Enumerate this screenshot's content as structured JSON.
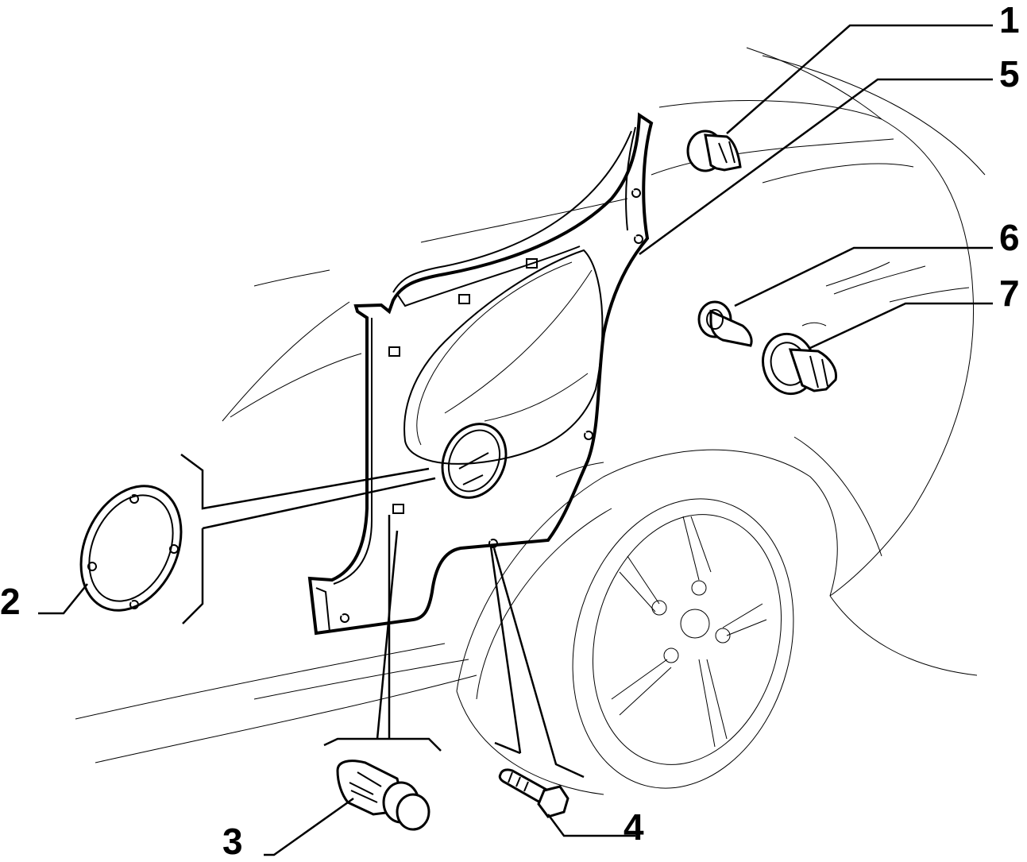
{
  "callouts": [
    {
      "id": "1",
      "label": "1"
    },
    {
      "id": "5",
      "label": "5"
    },
    {
      "id": "6",
      "label": "6"
    },
    {
      "id": "7",
      "label": "7"
    },
    {
      "id": "2",
      "label": "2"
    },
    {
      "id": "3",
      "label": "3"
    },
    {
      "id": "4",
      "label": "4"
    }
  ]
}
